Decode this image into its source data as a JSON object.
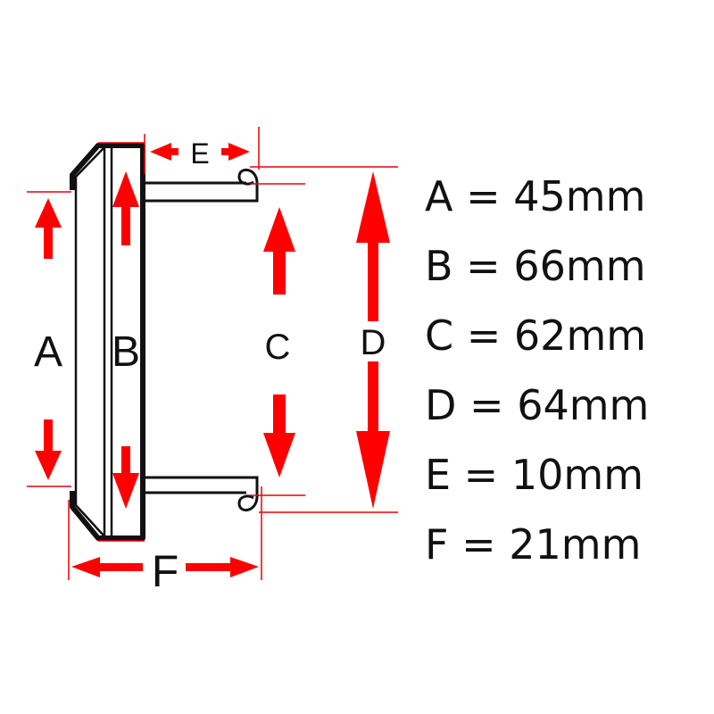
{
  "diagram": {
    "labels": {
      "A": "A",
      "B": "B",
      "C": "C",
      "D": "D",
      "E": "E",
      "F": "F"
    },
    "specs": [
      {
        "text": "A = 45mm"
      },
      {
        "text": "B = 66mm"
      },
      {
        "text": "C = 62mm"
      },
      {
        "text": "D = 64mm"
      },
      {
        "text": "E = 10mm"
      },
      {
        "text": "F = 21mm"
      }
    ],
    "colors": {
      "outline": "#111111",
      "dimension": "#ff0000"
    }
  }
}
